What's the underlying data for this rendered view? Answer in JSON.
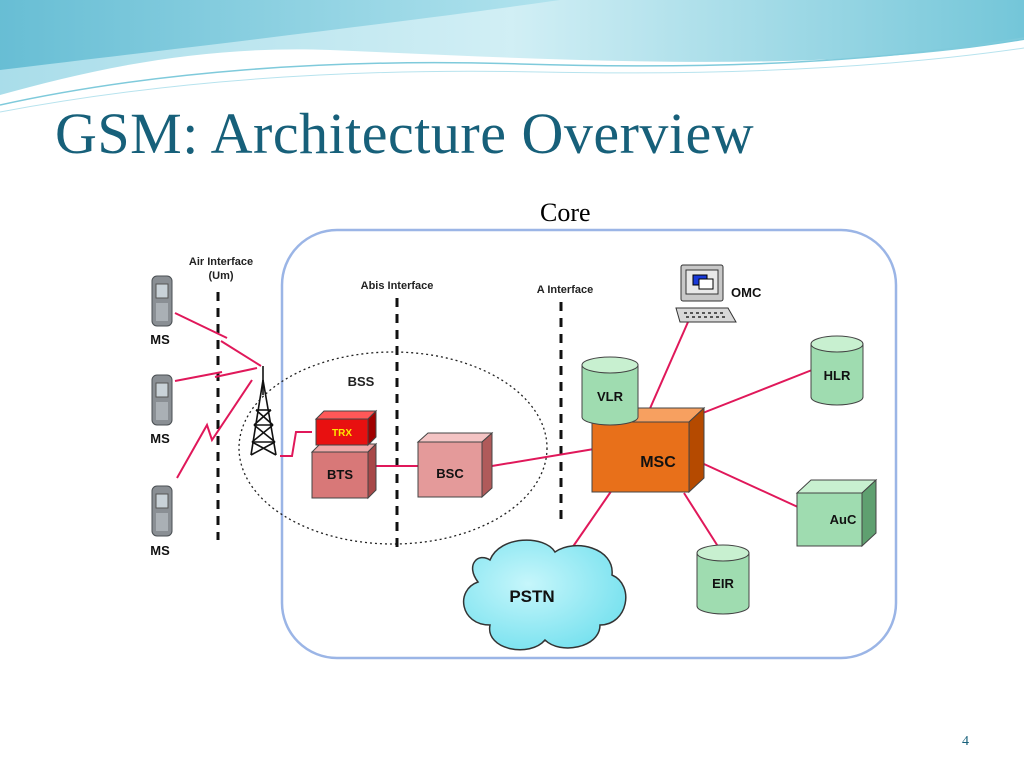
{
  "slide": {
    "title": "GSM: Architecture Overview",
    "page_number": "4",
    "colors": {
      "title": "#17607a",
      "header_wave": "#6fc6d8",
      "core_border": "#9bb5e6",
      "link_line": "#e0185a",
      "msc_orange": "#e8701a",
      "database_green": "#9fdcb0",
      "bss_red": "#e07070",
      "pstn_cyan": "#8fe8f4"
    }
  },
  "diagram": {
    "core_label": "Core",
    "interfaces": {
      "air_line1": "Air Interface",
      "air_line2": "(Um)",
      "abis": "Abis Interface",
      "a": "A Interface"
    },
    "bss_label": "BSS",
    "ms_labels": [
      "MS",
      "MS",
      "MS"
    ],
    "nodes": {
      "trx": "TRX",
      "bts": "BTS",
      "bsc": "BSC",
      "msc": "MSC",
      "vlr": "VLR",
      "hlr": "HLR",
      "auc": "AuC",
      "eir": "EIR",
      "pstn": "PSTN",
      "omc": "OMC"
    }
  }
}
